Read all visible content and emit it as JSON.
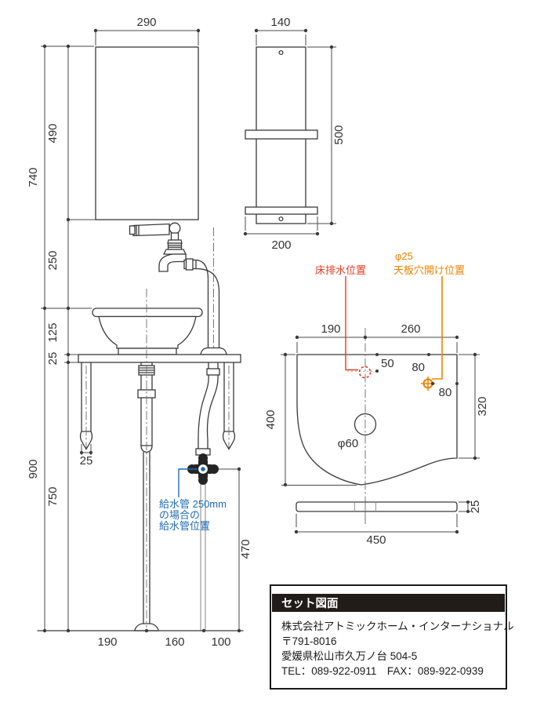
{
  "colors": {
    "line": "#3a3a3a",
    "text": "#333333",
    "red_accent": "#e8391f",
    "orange_accent": "#f08300",
    "blue_accent": "#1f6cb5",
    "info_header_bg": "#221c18"
  },
  "front": {
    "w290": "290",
    "h490": "490",
    "h740": "740",
    "h250": "250",
    "h125": "125",
    "t25": "25",
    "h900": "900",
    "h750": "750",
    "leg25": "25",
    "f190": "190",
    "f160": "160",
    "f100": "100",
    "v470": "470"
  },
  "side": {
    "w140": "140",
    "h500": "500",
    "w200": "200"
  },
  "plan": {
    "d190": "190",
    "d260": "260",
    "d50": "50",
    "d80a": "80",
    "d80b": "80",
    "d320": "320",
    "d400": "400",
    "hole60": "φ60",
    "t25": "25",
    "w450": "450",
    "label_floor_drain": "床排水位置",
    "label_hole_dia": "φ25",
    "label_hole_pos": "天板穴開け位置"
  },
  "note": {
    "l1": "給水管 250mm",
    "l2": "の場合の",
    "l3": "給水管位置"
  },
  "info": {
    "header": "セット図面",
    "company": "株式会社アトミックホーム・インターナショナル",
    "postal": "〒791-8016",
    "address": "愛媛県松山市久万ノ台 504-5",
    "telfax": "TEL：089-922-0911　FAX：089-922-0939"
  }
}
